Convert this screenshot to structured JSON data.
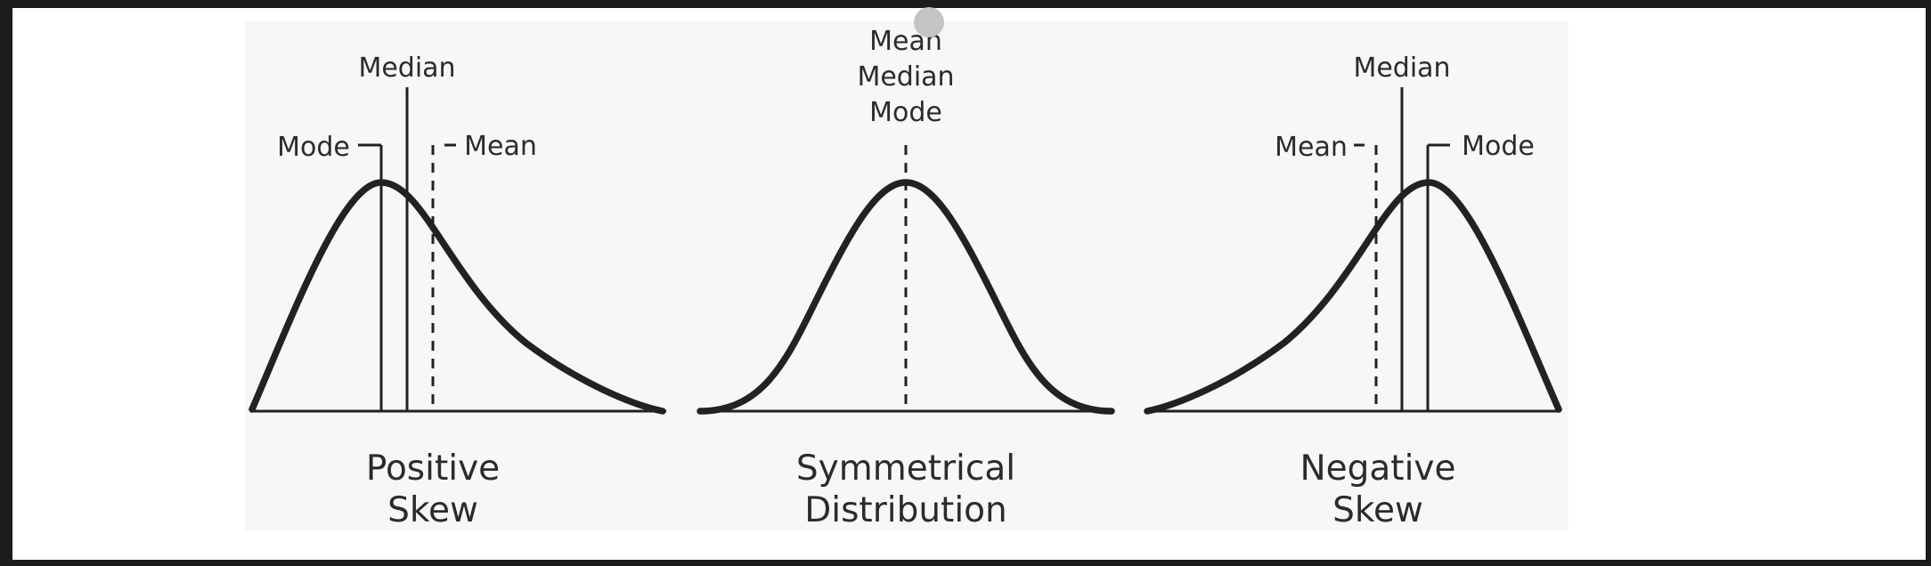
{
  "diagram": {
    "panels": [
      {
        "id": "positive",
        "caption_line1": "Positive",
        "caption_line2": "Skew",
        "labels": {
          "mode": "Mode",
          "median": "Median",
          "mean": "Mean"
        }
      },
      {
        "id": "symmetrical",
        "caption_line1": "Symmetrical",
        "caption_line2": "Distribution",
        "labels": {
          "mean": "Mean",
          "median": "Median",
          "mode": "Mode"
        }
      },
      {
        "id": "negative",
        "caption_line1": "Negative",
        "caption_line2": "Skew",
        "labels": {
          "mean": "Mean",
          "median": "Median",
          "mode": "Mode"
        }
      }
    ]
  },
  "colors": {
    "ink": "#222222",
    "panel_bg": "#f7f7f7",
    "frame_border": "#1c1c1c",
    "cursor": "#c4c4c4"
  }
}
